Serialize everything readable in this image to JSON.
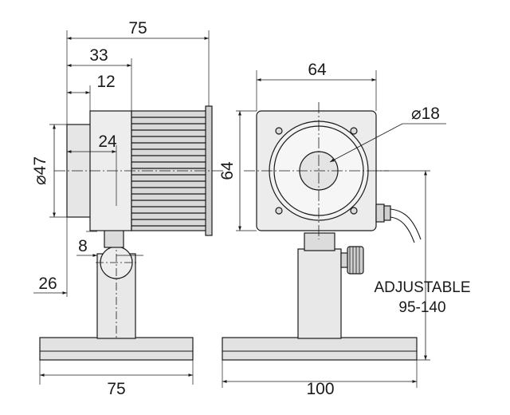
{
  "dimensions": {
    "side_overall_width": "75",
    "side_front_to_stem": "33",
    "side_front_to_body": "12",
    "side_lens_diameter": "⌀47",
    "side_stem_offset": "24",
    "side_stem_width": "8",
    "side_base_offset": "26",
    "side_base_width": "75",
    "front_body_width": "64",
    "front_body_height": "64",
    "front_aperture": "⌀18",
    "front_base_width": "100"
  },
  "notes": {
    "adjustable_label": "ADJUSTABLE",
    "adjustable_range": "95-140"
  },
  "colors": {
    "line": "#1a1a1a",
    "metal": "#e6e6e6",
    "metal_dark": "#cfcfcf",
    "shadow": "#bdbdbd"
  }
}
